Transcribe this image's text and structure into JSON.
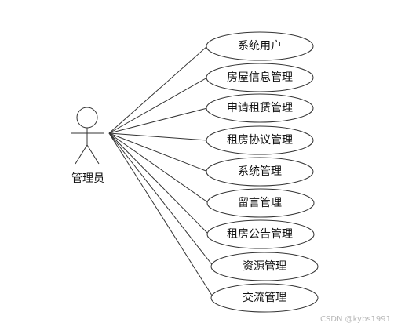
{
  "actor": {
    "label": "管理员"
  },
  "use_cases": [
    {
      "label": "系统用户"
    },
    {
      "label": "房屋信息管理"
    },
    {
      "label": "申请租赁管理"
    },
    {
      "label": "租房协议管理"
    },
    {
      "label": "系统管理"
    },
    {
      "label": "留言管理"
    },
    {
      "label": "租房公告管理"
    },
    {
      "label": "资源管理"
    },
    {
      "label": "交流管理"
    }
  ],
  "watermark": "CSDN @kybs1991",
  "colors": {
    "line": "#333333",
    "ellipse_stroke": "#333333",
    "ellipse_fill": "#ffffff",
    "text": "#111111"
  }
}
